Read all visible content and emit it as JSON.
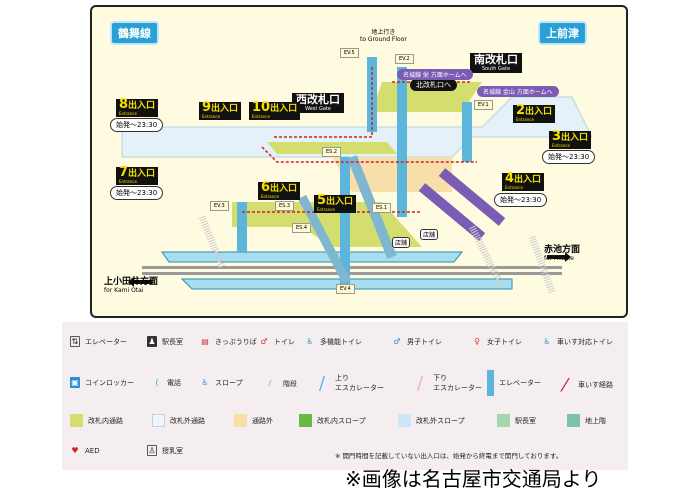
{
  "map": {
    "line_left": "鶴舞線",
    "line_right": "上前津",
    "ground": "地上行き",
    "ground_en": "to Ground Floor",
    "west_gate": "西改札口",
    "west_gate_en": "West Gate",
    "south_gate": "南改札口",
    "south_gate_en": "South Gate",
    "north_gate_link": "北改札口へ",
    "meijo_sakae": "名城線 栄 方面ホームへ",
    "meijo_kanayama": "名城線 金山 方面ホームへ",
    "exit_word": "出入口",
    "exit_en": "Entrance",
    "exits": [
      {
        "n": "8",
        "time": "始発～23:30"
      },
      {
        "n": "9"
      },
      {
        "n": "10"
      },
      {
        "n": "7",
        "time": "始発～23:30"
      },
      {
        "n": "6"
      },
      {
        "n": "5"
      },
      {
        "n": "2"
      },
      {
        "n": "3",
        "time": "始発～23:30"
      },
      {
        "n": "4",
        "time": "始発～23:30"
      }
    ],
    "ev": [
      "EV.5",
      "EV.2",
      "EV.1",
      "EV.3",
      "EV.4"
    ],
    "es": [
      "ES.2",
      "ES.3",
      "ES.4",
      "ES.1"
    ],
    "shop": "店舗",
    "dir_left": "上小田井方面",
    "dir_left_en": "for Kami Otai",
    "dir_right": "赤池方面",
    "dir_right_en": "for Akaike"
  },
  "legend": {
    "row1": [
      "エレベーター",
      "駅長室",
      "きっぷうりば",
      "トイレ",
      "多機能トイレ",
      "男子トイレ",
      "女子トイレ",
      "車いす対応トイレ"
    ],
    "row2": [
      "コインロッカー",
      "電話",
      "スロープ",
      "階段",
      "上り\nエスカレーター",
      "下り\nエスカレーター",
      "エレベーター",
      "車いす経路"
    ],
    "row3": [
      "改札内通路",
      "改札外通路",
      "通路外",
      "改札内スロープ",
      "改札外スロープ",
      "駅長室",
      "地上階"
    ],
    "row4": [
      "AED",
      "授乳室"
    ],
    "note": "※ 開門時間を記載していない出入口は、始発から終電まで開門しております。",
    "colors": [
      "#d4de6e",
      "#eef6fb",
      "#f8dea8",
      "#6bb843",
      "#cfe5f5",
      "#a6d6b0",
      "#7cc3a8"
    ]
  },
  "caption": "※画像は名古屋市交通局より"
}
